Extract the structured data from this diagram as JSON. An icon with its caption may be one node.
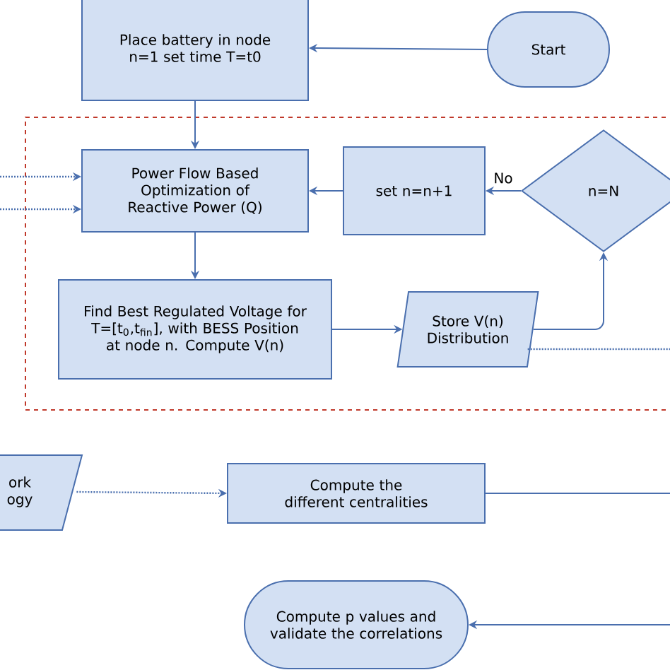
{
  "diagram": {
    "nodes": [
      {
        "text": [],
        "shape": "box"
      },
      {
        "text": [
          "Place battery in node n=1 set time T=t0"
        ]
      },
      {
        "text": [
          "Start"
        ]
      },
      {
        "text": [
          "Power Flow Based Optimization of Reactive Power (Q)"
        ],
        "in": 0
      },
      {
        "text": [
          "set n=n+1"
        ],
        "in": 0
      },
      {
        "text": [
          "n=N"
        ],
        "in": 0
      },
      {
        "text": [
          "Find Best Regulated Voltage for T=[t$_{0}$,t$_{fin}$], with BESS Position at node n. Compute V(n)"
        ],
        "in": 0
      },
      {
        "text": [
          "Store V(n) Distribution"
        ],
        "in": 0
      },
      {
        "text": [
          "ork ogy"
        ]
      },
      {
        "text": [
          "Compute the different centralities"
        ]
      },
      {
        "text": [
          "Compute p values and validate the correlations"
        ]
      }
    ],
    "edges": [
      {
        "from": 2,
        "to": 1,
        "arrow": "to"
      },
      {
        "from": 1,
        "to": 3,
        "arrow": "to"
      },
      {
        "from": 4,
        "to": 3,
        "arrow": "to"
      },
      {
        "from": 5,
        "to": 4,
        "arrow": "to",
        "label": "No"
      },
      {
        "from": 3,
        "to": 6,
        "arrow": "to"
      },
      {
        "from": 6,
        "to": 7,
        "arrow": "to"
      },
      {
        "from": 7,
        "to": 5,
        "arrow": "to"
      },
      {
        "from": null,
        "to": 3,
        "arrow": "to",
        "style": "dashed"
      },
      {
        "from": null,
        "to": 3,
        "arrow": "to",
        "style": "dashed"
      },
      {
        "from": 7,
        "to": null,
        "arrow": "none",
        "style": "dashed"
      },
      {
        "from": 8,
        "to": 9,
        "arrow": "to",
        "style": "dashed"
      },
      {
        "from": 9,
        "to": null,
        "arrow": "none"
      },
      {
        "from": null,
        "to": 10,
        "arrow": "to"
      }
    ]
  }
}
